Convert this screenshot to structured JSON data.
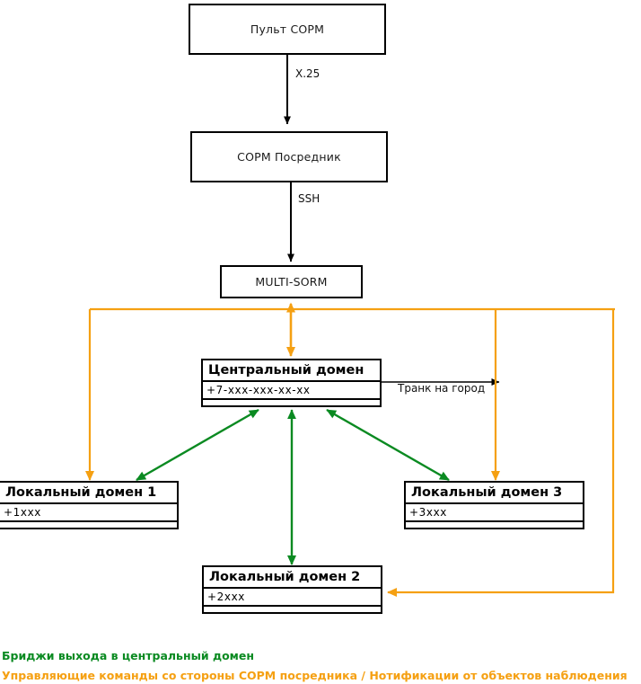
{
  "nodes": {
    "console": {
      "label": "Пульт СОРМ"
    },
    "mediator": {
      "label": "СОРМ Посредник"
    },
    "multisorm": {
      "label": "MULTI-SORM"
    },
    "central_domain": {
      "title": "Центральный домен",
      "number": "+7-xxx-xxx-xx-xx"
    },
    "local_domain_1": {
      "title": "Локальный домен 1",
      "number": "+1xxx"
    },
    "local_domain_2": {
      "title": "Локальный домен 2",
      "number": "+2xxx"
    },
    "local_domain_3": {
      "title": "Локальный домен 3",
      "number": "+3xxx"
    }
  },
  "edges": {
    "x25": {
      "label": "X.25"
    },
    "ssh": {
      "label": "SSH"
    },
    "trunk": {
      "label": "Транк на город"
    }
  },
  "legend": {
    "bridges": "Бриджи выхода в центральный домен",
    "control": "Управляющие команды со стороны СОРМ посредника / Нотификации от объектов наблюдения"
  },
  "colors": {
    "black": "#000000",
    "green": "#0a8a21",
    "orange": "#f5a012",
    "background": "#ffffff"
  }
}
